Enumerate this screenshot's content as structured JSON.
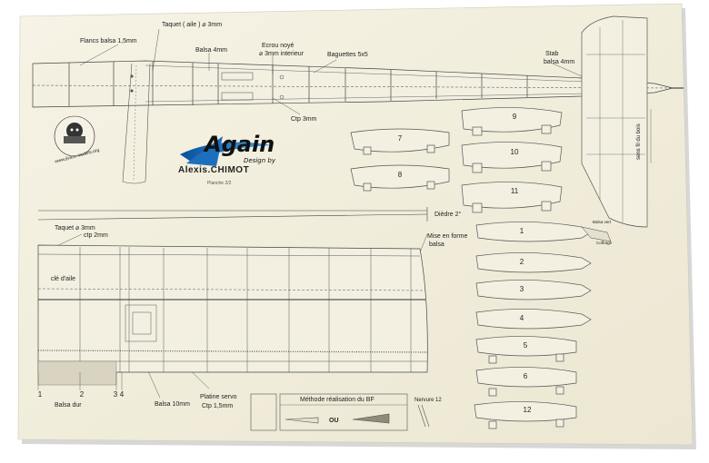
{
  "labels": {
    "taquet_aile": "Taquet ( aile )  ⌀ 3mm",
    "flancs": "Flancs balsa 1,5mm",
    "balsa4": "Balsa 4mm",
    "ecrou1": "Ecrou noyé",
    "ecrou2": "⌀ 3mm interieur",
    "baguettes": "Baguettes 5x5",
    "stab1": "Stab",
    "stab2": "balsa 4mm",
    "ctp3": "Ctp 3mm",
    "dihedral": "Dièdre 2°",
    "taquet_wing": "Taquet  ⌀ 3mm",
    "ctp2": "ctp 2mm",
    "cle_aile": "clé d'aile",
    "mise_forme1": "Mise en forme",
    "mise_forme2": "balsa",
    "balsa_dur": "Balsa dur",
    "balsa10": "Balsa 10mm",
    "platine1": "Platine servo",
    "platine2": "Ctp 1,5mm",
    "methode": "Méthode réalisation du BF",
    "ou": "OU",
    "nervure12": "Nervure 12",
    "sens_bois": "sens fil du bois",
    "balsa_v": "Balsa vert",
    "coffrage": "Coffrage",
    "planche": "Planche 2/2"
  },
  "logo": {
    "word": "Again",
    "tagline": "Design by",
    "author": "Alexis.CHIMOT",
    "badge": "www.jivaro-models.org"
  },
  "ribs_left": [
    "7",
    "8"
  ],
  "ribs_mid": [
    "9",
    "10",
    "11"
  ],
  "ribs_right": [
    "1",
    "2",
    "3",
    "4",
    "5",
    "6",
    "12"
  ],
  "wing_marks": [
    "1",
    "2",
    "3",
    "4"
  ]
}
